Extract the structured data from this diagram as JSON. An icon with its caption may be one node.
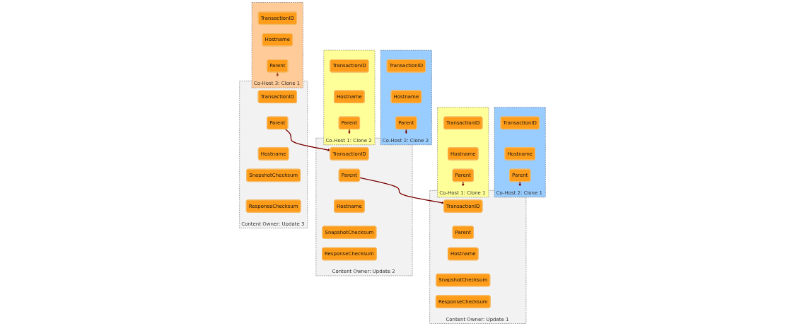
{
  "diagram": {
    "nodes": [
      {
        "text": [
          "Co-Host 1: Clone 1"
        ]
      },
      {
        "text": [
          "TransactionID"
        ],
        "in": 0
      },
      {
        "text": [
          "Hostname"
        ],
        "in": 0
      },
      {
        "text": [
          "Parent"
        ],
        "in": 0
      },
      {
        "text": [
          "Co-Host 2: Clone 1"
        ]
      },
      {
        "text": [
          "TransactionID"
        ],
        "in": 4
      },
      {
        "text": [
          "Hostname"
        ],
        "in": 4
      },
      {
        "text": [
          "Parent"
        ],
        "in": 4
      },
      {
        "text": [
          "Co-Host 1: Clone 2"
        ]
      },
      {
        "text": [
          "TransactionID"
        ],
        "in": 8
      },
      {
        "text": [
          "Hostname"
        ],
        "in": 8
      },
      {
        "text": [
          "Parent"
        ],
        "in": 8
      },
      {
        "text": [
          "Co-Host 2: Clone 2"
        ]
      },
      {
        "text": [
          "TransactionID"
        ],
        "in": 12
      },
      {
        "text": [
          "Hostname"
        ],
        "in": 12
      },
      {
        "text": [
          "Parent"
        ],
        "in": 12
      },
      {
        "text": [
          "Co-Host 3: Clone 1"
        ]
      },
      {
        "text": [
          "TransactionID"
        ],
        "in": 16
      },
      {
        "text": [
          "Hostname"
        ],
        "in": 16
      },
      {
        "text": [
          "Parent"
        ],
        "in": 16
      },
      {
        "text": [
          "Content Owner: Update 1"
        ]
      },
      {
        "text": [
          "TransactionID"
        ],
        "in": 20
      },
      {
        "text": [
          "Parent"
        ],
        "in": 20
      },
      {
        "text": [
          "Hostname"
        ],
        "in": 20
      },
      {
        "text": [
          "SnapshotChecksum"
        ],
        "in": 20
      },
      {
        "text": [
          "ResponseChecksum"
        ],
        "in": 20
      },
      {
        "text": [
          "Content Owner: Update 2"
        ]
      },
      {
        "text": [
          "TransactionID"
        ],
        "in": 26
      },
      {
        "text": [
          "Parent"
        ],
        "in": 26
      },
      {
        "text": [
          "Hostname"
        ],
        "in": 26
      },
      {
        "text": [
          "SnapshotChecksum"
        ],
        "in": 26
      },
      {
        "text": [
          "ResponseChecksum"
        ],
        "in": 26
      },
      {
        "text": [
          "Content Owner: Update 3"
        ]
      },
      {
        "text": [
          "TransactionID"
        ],
        "in": 32
      },
      {
        "text": [
          "Parent"
        ],
        "in": 32
      },
      {
        "text": [
          "Hostname"
        ],
        "in": 32
      },
      {
        "text": [
          "SnapshotChecksum"
        ],
        "in": 32
      },
      {
        "text": [
          "ResponseChecksum"
        ],
        "in": 32
      }
    ],
    "edges": [
      {
        "from": 3,
        "to": 20,
        "arrow": "to"
      },
      {
        "from": 7,
        "to": 20,
        "arrow": "to"
      },
      {
        "from": 11,
        "to": 26,
        "arrow": "to"
      },
      {
        "from": 15,
        "to": 26,
        "arrow": "to"
      },
      {
        "from": 19,
        "to": 32,
        "arrow": "to",
        "color": "#a0461c"
      },
      {
        "from": 28,
        "to": 21,
        "arrow": "to"
      },
      {
        "from": 34,
        "to": 27,
        "arrow": "to"
      }
    ]
  }
}
